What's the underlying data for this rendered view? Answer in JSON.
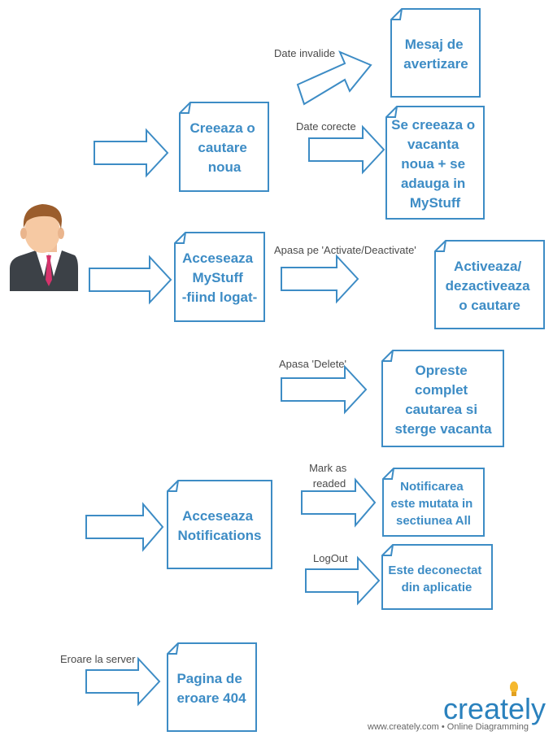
{
  "colors": {
    "stroke": "#3d8cc5",
    "box_text": "#3d8cc5",
    "label_text": "#4a4a4a",
    "brand": "#2a81bd",
    "bulb": "#f5b82e"
  },
  "nodes": {
    "creeaza_cautare": [
      "Creeaza o",
      "cautare",
      "noua"
    ],
    "mesaj_avertizare": [
      "Mesaj de",
      "avertizare"
    ],
    "vacanta_noua": [
      "Se creeaza o",
      "vacanta",
      "noua + se",
      "adauga in",
      "MyStuff"
    ],
    "acceseaza_mystuff": [
      "Acceseaza",
      "MyStuff",
      "-fiind logat-"
    ],
    "activeaza": [
      "Activeaza/",
      "dezactiveaza",
      "o cautare"
    ],
    "opreste": [
      "Opreste",
      "complet",
      "cautarea si",
      "sterge vacanta"
    ],
    "acceseaza_notifications": [
      "Acceseaza",
      "Notifications"
    ],
    "notificare_mutata": [
      "Notificarea",
      "este mutata in",
      "sectiunea All"
    ],
    "deconectat": [
      "Este deconectat",
      "din aplicatie"
    ],
    "pagina_eroare": [
      "Pagina de",
      "eroare 404"
    ]
  },
  "edges": {
    "date_invalide": [
      "Date invalide"
    ],
    "date_corecte": [
      "Date corecte"
    ],
    "apasa_activate": [
      "Apasa pe 'Activate/Deactivate'"
    ],
    "apasa_delete": [
      "Apasa 'Delete'"
    ],
    "mark_as_readed": [
      "Mark as",
      "readed"
    ],
    "logout": [
      "LogOut"
    ],
    "eroare_server": [
      "Eroare la server"
    ]
  },
  "actor": {
    "icon": "businessman-icon"
  },
  "branding": {
    "logo": "creately",
    "tagline": "www.creately.com • Online Diagramming"
  }
}
